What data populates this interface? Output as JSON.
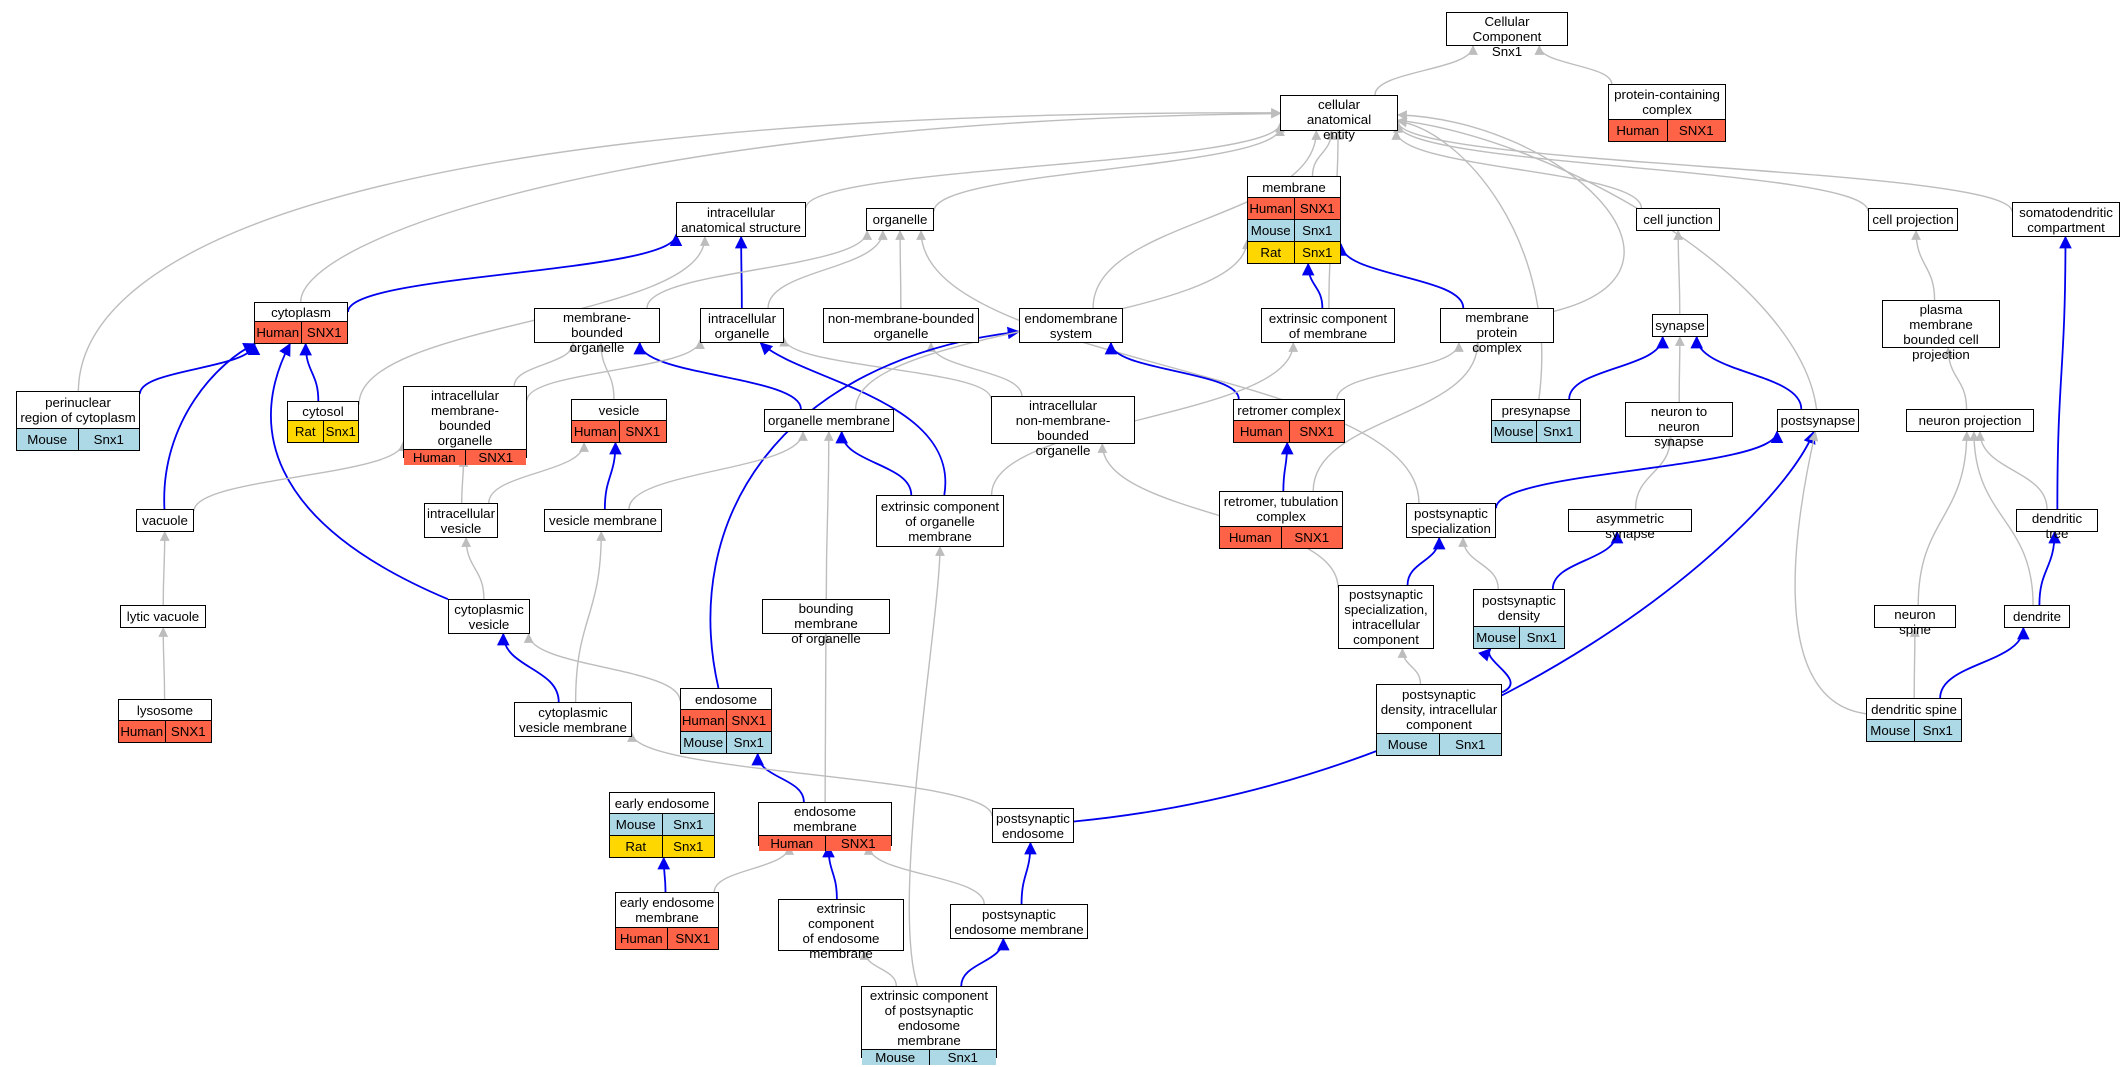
{
  "colors": {
    "edge_is_a": "#bdbdbd",
    "edge_part_of": "#0000ee",
    "Human": "#ff6347",
    "Mouse": "#add8e6",
    "Rat": "#ffd700"
  },
  "nodes": [
    {
      "id": "cc_root",
      "label": "Cellular Component\nSnx1"
    },
    {
      "id": "cae",
      "label": "cellular anatomical\nentity"
    },
    {
      "id": "pcc",
      "label": "protein-containing\ncomplex",
      "annotations": [
        {
          "species": "Human",
          "gene": "SNX1"
        }
      ]
    },
    {
      "id": "membrane",
      "label": "membrane",
      "annotations": [
        {
          "species": "Human",
          "gene": "SNX1"
        },
        {
          "species": "Mouse",
          "gene": "Snx1"
        },
        {
          "species": "Rat",
          "gene": "Snx1"
        }
      ]
    },
    {
      "id": "ias",
      "label": "intracellular\nanatomical structure"
    },
    {
      "id": "organelle",
      "label": "organelle"
    },
    {
      "id": "cell_junction",
      "label": "cell junction"
    },
    {
      "id": "cell_projection",
      "label": "cell projection"
    },
    {
      "id": "somatodendritic",
      "label": "somatodendritic\ncompartment"
    },
    {
      "id": "cytoplasm",
      "label": "cytoplasm",
      "annotations": [
        {
          "species": "Human",
          "gene": "SNX1"
        }
      ]
    },
    {
      "id": "mbo",
      "label": "membrane-bounded\norganelle"
    },
    {
      "id": "io",
      "label": "intracellular\norganelle"
    },
    {
      "id": "nmbo",
      "label": "non-membrane-bounded\norganelle"
    },
    {
      "id": "endomembrane",
      "label": "endomembrane\nsystem"
    },
    {
      "id": "ecm",
      "label": "extrinsic component\nof membrane"
    },
    {
      "id": "mpc",
      "label": "membrane protein\ncomplex"
    },
    {
      "id": "synapse",
      "label": "synapse"
    },
    {
      "id": "pmbcp",
      "label": "plasma membrane\nbounded cell\nprojection"
    },
    {
      "id": "perinuclear",
      "label": "perinuclear\nregion of cytoplasm",
      "annotations": [
        {
          "species": "Mouse",
          "gene": "Snx1"
        }
      ]
    },
    {
      "id": "cytosol",
      "label": "cytosol",
      "annotations": [
        {
          "species": "Rat",
          "gene": "Snx1"
        }
      ]
    },
    {
      "id": "imbo",
      "label": "intracellular\nmembrane-bounded\norganelle",
      "annotations": [
        {
          "species": "Human",
          "gene": "SNX1"
        }
      ]
    },
    {
      "id": "vesicle",
      "label": "vesicle",
      "annotations": [
        {
          "species": "Human",
          "gene": "SNX1"
        }
      ]
    },
    {
      "id": "org_membrane",
      "label": "organelle membrane"
    },
    {
      "id": "inmbo",
      "label": "intracellular\nnon-membrane-bounded\norganelle"
    },
    {
      "id": "retromer",
      "label": "retromer complex",
      "annotations": [
        {
          "species": "Human",
          "gene": "SNX1"
        }
      ]
    },
    {
      "id": "presynapse",
      "label": "presynapse",
      "annotations": [
        {
          "species": "Mouse",
          "gene": "Snx1"
        }
      ]
    },
    {
      "id": "n2n",
      "label": "neuron to neuron\nsynapse"
    },
    {
      "id": "postsynapse",
      "label": "postsynapse"
    },
    {
      "id": "neuron_projection",
      "label": "neuron projection"
    },
    {
      "id": "vacuole",
      "label": "vacuole"
    },
    {
      "id": "iv",
      "label": "intracellular\nvesicle"
    },
    {
      "id": "vesicle_membrane",
      "label": "vesicle membrane"
    },
    {
      "id": "ecom",
      "label": "extrinsic component\nof organelle\nmembrane"
    },
    {
      "id": "rtc",
      "label": "retromer, tubulation\ncomplex",
      "annotations": [
        {
          "species": "Human",
          "gene": "SNX1"
        }
      ]
    },
    {
      "id": "post_spec",
      "label": "postsynaptic\nspecialization"
    },
    {
      "id": "asym",
      "label": "asymmetric synapse"
    },
    {
      "id": "dendritic_tree",
      "label": "dendritic tree"
    },
    {
      "id": "lytic",
      "label": "lytic vacuole"
    },
    {
      "id": "cyto_vesicle",
      "label": "cytoplasmic\nvesicle"
    },
    {
      "id": "bmo",
      "label": "bounding membrane\nof organelle"
    },
    {
      "id": "psic",
      "label": "postsynaptic\nspecialization,\nintracellular\ncomponent"
    },
    {
      "id": "psd",
      "label": "postsynaptic\ndensity",
      "annotations": [
        {
          "species": "Mouse",
          "gene": "Snx1"
        }
      ]
    },
    {
      "id": "neuron_spine",
      "label": "neuron spine"
    },
    {
      "id": "dendrite",
      "label": "dendrite"
    },
    {
      "id": "lysosome",
      "label": "lysosome",
      "annotations": [
        {
          "species": "Human",
          "gene": "SNX1"
        }
      ]
    },
    {
      "id": "cvm",
      "label": "cytoplasmic\nvesicle membrane"
    },
    {
      "id": "endosome",
      "label": "endosome",
      "annotations": [
        {
          "species": "Human",
          "gene": "SNX1"
        },
        {
          "species": "Mouse",
          "gene": "Snx1"
        }
      ]
    },
    {
      "id": "psdic",
      "label": "postsynaptic\ndensity, intracellular\ncomponent",
      "annotations": [
        {
          "species": "Mouse",
          "gene": "Snx1"
        }
      ]
    },
    {
      "id": "dendritic_spine",
      "label": "dendritic spine",
      "annotations": [
        {
          "species": "Mouse",
          "gene": "Snx1"
        }
      ]
    },
    {
      "id": "early_endosome",
      "label": "early endosome",
      "annotations": [
        {
          "species": "Mouse",
          "gene": "Snx1"
        },
        {
          "species": "Rat",
          "gene": "Snx1"
        }
      ]
    },
    {
      "id": "endosome_membrane",
      "label": "endosome membrane",
      "annotations": [
        {
          "species": "Human",
          "gene": "SNX1"
        }
      ]
    },
    {
      "id": "post_endosome",
      "label": "postsynaptic\nendosome"
    },
    {
      "id": "eem",
      "label": "early endosome\nmembrane",
      "annotations": [
        {
          "species": "Human",
          "gene": "SNX1"
        }
      ]
    },
    {
      "id": "ecem",
      "label": "extrinsic component\nof endosome\nmembrane"
    },
    {
      "id": "pem",
      "label": "postsynaptic\nendosome membrane"
    },
    {
      "id": "ecpem",
      "label": "extrinsic component\nof postsynaptic\nendosome membrane",
      "annotations": [
        {
          "species": "Mouse",
          "gene": "Snx1"
        }
      ]
    }
  ],
  "edges": [
    {
      "from": "cae",
      "to": "cc_root",
      "rel": "is_a"
    },
    {
      "from": "pcc",
      "to": "cc_root",
      "rel": "is_a"
    },
    {
      "from": "membrane",
      "to": "cae",
      "rel": "is_a"
    },
    {
      "from": "ias",
      "to": "cae",
      "rel": "is_a"
    },
    {
      "from": "organelle",
      "to": "cae",
      "rel": "is_a"
    },
    {
      "from": "cell_junction",
      "to": "cae",
      "rel": "is_a"
    },
    {
      "from": "cell_projection",
      "to": "cae",
      "rel": "is_a"
    },
    {
      "from": "somatodendritic",
      "to": "cae",
      "rel": "is_a"
    },
    {
      "from": "cytoplasm",
      "to": "cae",
      "rel": "is_a"
    },
    {
      "from": "perinuclear",
      "to": "cae",
      "rel": "is_a"
    },
    {
      "from": "endomembrane",
      "to": "cae",
      "rel": "is_a"
    },
    {
      "from": "ecm",
      "to": "cae",
      "rel": "is_a"
    },
    {
      "from": "presynapse",
      "to": "cae",
      "rel": "is_a"
    },
    {
      "from": "postsynapse",
      "to": "cae",
      "rel": "is_a"
    },
    {
      "from": "mpc",
      "to": "cae",
      "rel": "is_a"
    },
    {
      "from": "cytoplasm",
      "to": "ias",
      "rel": "part_of"
    },
    {
      "from": "io",
      "to": "ias",
      "rel": "part_of"
    },
    {
      "from": "mbo",
      "to": "organelle",
      "rel": "is_a"
    },
    {
      "from": "io",
      "to": "organelle",
      "rel": "is_a"
    },
    {
      "from": "nmbo",
      "to": "organelle",
      "rel": "is_a"
    },
    {
      "from": "post_spec",
      "to": "organelle",
      "rel": "is_a"
    },
    {
      "from": "ecm",
      "to": "membrane",
      "rel": "part_of"
    },
    {
      "from": "mpc",
      "to": "membrane",
      "rel": "part_of"
    },
    {
      "from": "synapse",
      "to": "cell_junction",
      "rel": "is_a"
    },
    {
      "from": "pmbcp",
      "to": "cell_projection",
      "rel": "is_a"
    },
    {
      "from": "dendritic_tree",
      "to": "somatodendritic",
      "rel": "part_of"
    },
    {
      "from": "perinuclear",
      "to": "cytoplasm",
      "rel": "part_of"
    },
    {
      "from": "cytosol",
      "to": "cytoplasm",
      "rel": "part_of"
    },
    {
      "from": "vacuole",
      "to": "cytoplasm",
      "rel": "part_of"
    },
    {
      "from": "cyto_vesicle",
      "to": "cytoplasm",
      "rel": "part_of"
    },
    {
      "from": "cytosol",
      "to": "ias",
      "rel": "is_a"
    },
    {
      "from": "imbo",
      "to": "mbo",
      "rel": "is_a"
    },
    {
      "from": "vesicle",
      "to": "mbo",
      "rel": "is_a"
    },
    {
      "from": "org_membrane",
      "to": "mbo",
      "rel": "part_of"
    },
    {
      "from": "imbo",
      "to": "io",
      "rel": "is_a"
    },
    {
      "from": "inmbo",
      "to": "io",
      "rel": "is_a"
    },
    {
      "from": "ecom",
      "to": "io",
      "rel": "part_of"
    },
    {
      "from": "inmbo",
      "to": "nmbo",
      "rel": "is_a"
    },
    {
      "from": "endosome",
      "to": "endomembrane",
      "rel": "part_of"
    },
    {
      "from": "retromer",
      "to": "endomembrane",
      "rel": "part_of"
    },
    {
      "from": "org_membrane",
      "to": "membrane",
      "rel": "is_a"
    },
    {
      "from": "ecom",
      "to": "ecm",
      "rel": "is_a"
    },
    {
      "from": "retromer",
      "to": "mpc",
      "rel": "is_a"
    },
    {
      "from": "rtc",
      "to": "mpc",
      "rel": "is_a"
    },
    {
      "from": "presynapse",
      "to": "synapse",
      "rel": "part_of"
    },
    {
      "from": "n2n",
      "to": "synapse",
      "rel": "is_a"
    },
    {
      "from": "postsynapse",
      "to": "synapse",
      "rel": "part_of"
    },
    {
      "from": "neuron_projection",
      "to": "pmbcp",
      "rel": "is_a"
    },
    {
      "from": "vacuole",
      "to": "imbo",
      "rel": "is_a"
    },
    {
      "from": "iv",
      "to": "imbo",
      "rel": "is_a"
    },
    {
      "from": "iv",
      "to": "vesicle",
      "rel": "is_a"
    },
    {
      "from": "vesicle_membrane",
      "to": "vesicle",
      "rel": "part_of"
    },
    {
      "from": "vesicle_membrane",
      "to": "org_membrane",
      "rel": "is_a"
    },
    {
      "from": "ecom",
      "to": "org_membrane",
      "rel": "part_of"
    },
    {
      "from": "bmo",
      "to": "org_membrane",
      "rel": "is_a"
    },
    {
      "from": "psic",
      "to": "inmbo",
      "rel": "is_a"
    },
    {
      "from": "rtc",
      "to": "retromer",
      "rel": "part_of"
    },
    {
      "from": "asym",
      "to": "n2n",
      "rel": "is_a"
    },
    {
      "from": "post_spec",
      "to": "postsynapse",
      "rel": "part_of"
    },
    {
      "from": "post_endosome",
      "to": "postsynapse",
      "rel": "part_of"
    },
    {
      "from": "dendritic_spine",
      "to": "postsynapse",
      "rel": "is_a"
    },
    {
      "from": "neuron_spine",
      "to": "neuron_projection",
      "rel": "is_a"
    },
    {
      "from": "dendrite",
      "to": "neuron_projection",
      "rel": "is_a"
    },
    {
      "from": "dendritic_tree",
      "to": "neuron_projection",
      "rel": "is_a"
    },
    {
      "from": "lytic",
      "to": "vacuole",
      "rel": "is_a"
    },
    {
      "from": "cyto_vesicle",
      "to": "iv",
      "rel": "is_a"
    },
    {
      "from": "cvm",
      "to": "vesicle_membrane",
      "rel": "is_a"
    },
    {
      "from": "ecpem",
      "to": "ecom",
      "rel": "is_a"
    },
    {
      "from": "psic",
      "to": "post_spec",
      "rel": "part_of"
    },
    {
      "from": "psd",
      "to": "post_spec",
      "rel": "is_a"
    },
    {
      "from": "psd",
      "to": "asym",
      "rel": "part_of"
    },
    {
      "from": "dendrite",
      "to": "dendritic_tree",
      "rel": "part_of"
    },
    {
      "from": "lysosome",
      "to": "lytic",
      "rel": "is_a"
    },
    {
      "from": "cvm",
      "to": "cyto_vesicle",
      "rel": "part_of"
    },
    {
      "from": "endosome",
      "to": "cyto_vesicle",
      "rel": "is_a"
    },
    {
      "from": "endosome_membrane",
      "to": "bmo",
      "rel": "is_a"
    },
    {
      "from": "psdic",
      "to": "psic",
      "rel": "is_a"
    },
    {
      "from": "psdic",
      "to": "psd",
      "rel": "part_of"
    },
    {
      "from": "dendritic_spine",
      "to": "neuron_spine",
      "rel": "is_a"
    },
    {
      "from": "dendritic_spine",
      "to": "dendrite",
      "rel": "part_of"
    },
    {
      "from": "endosome_membrane",
      "to": "endosome",
      "rel": "part_of"
    },
    {
      "from": "post_endosome",
      "to": "cvm",
      "rel": "is_a"
    },
    {
      "from": "eem",
      "to": "early_endosome",
      "rel": "part_of"
    },
    {
      "from": "eem",
      "to": "endosome_membrane",
      "rel": "is_a"
    },
    {
      "from": "ecem",
      "to": "endosome_membrane",
      "rel": "part_of"
    },
    {
      "from": "pem",
      "to": "endosome_membrane",
      "rel": "is_a"
    },
    {
      "from": "pem",
      "to": "post_endosome",
      "rel": "part_of"
    },
    {
      "from": "ecpem",
      "to": "ecem",
      "rel": "is_a"
    },
    {
      "from": "ecpem",
      "to": "pem",
      "rel": "part_of"
    }
  ]
}
